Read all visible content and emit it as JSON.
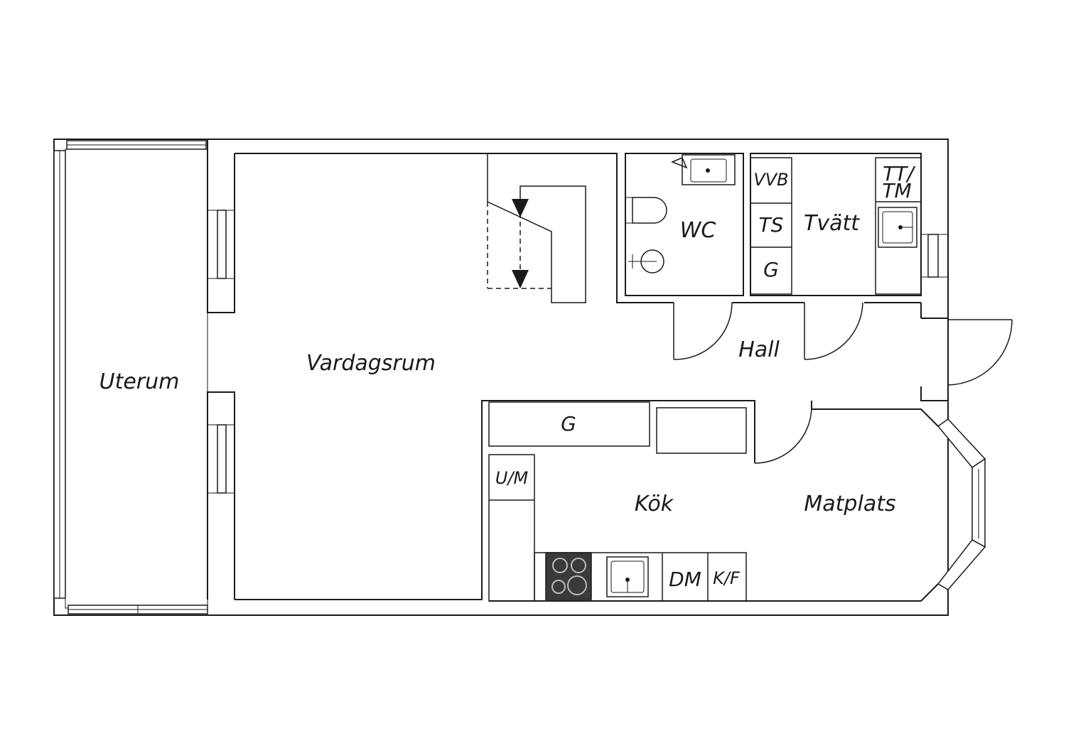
{
  "rooms": {
    "uterum": "Uterum",
    "vardagsrum": "Vardagsrum",
    "wc": "WC",
    "tvatt": "Tvätt",
    "hall": "Hall",
    "kok": "Kök",
    "matplats": "Matplats"
  },
  "fixtures": {
    "vvb": "VVB",
    "ts": "TS",
    "g_laundry": "G",
    "tt": "TT/",
    "tm": "TM",
    "g_kitchen": "G",
    "um": "U/M",
    "dm": "DM",
    "kf": "K/F"
  },
  "colors": {
    "line": "#1a1a1a",
    "background": "#ffffff",
    "stove": "#3a3a3a"
  }
}
